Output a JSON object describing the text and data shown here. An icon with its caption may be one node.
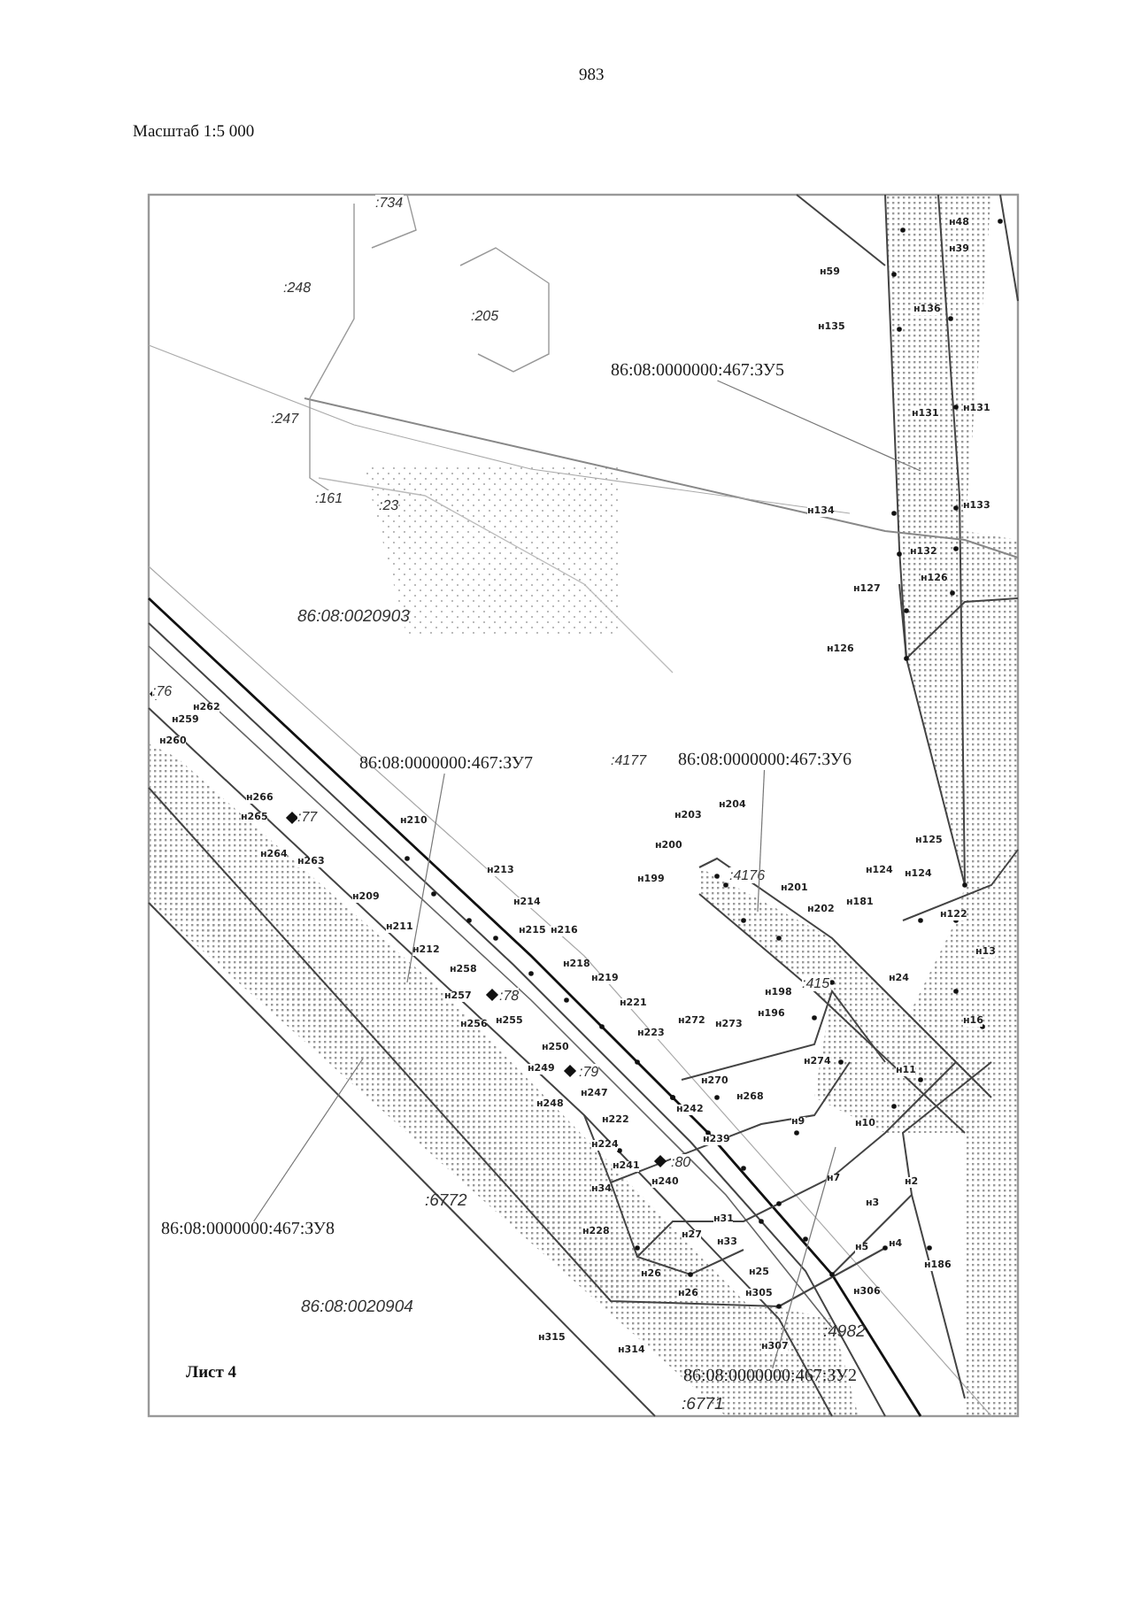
{
  "diagram": {
    "nodes": [
      {
        "text": [
          "86:08:0000000:467:ЗУ5"
        ]
      },
      {
        "text": [
          "86:08:0000000:467:ЗУ7"
        ]
      },
      {
        "text": [
          "86:08:0000000:467:ЗУ6"
        ]
      },
      {
        "text": [
          "86:08:0000000:467:ЗУ8"
        ]
      },
      {
        "text": [
          "86:08:0000000:467:ЗУ2"
        ]
      }
    ],
    "edges": [
      {
        "from": 0,
        "to": null,
        "arrow": "none"
      },
      {
        "from": 1,
        "to": null,
        "arrow": "none"
      },
      {
        "from": 2,
        "to": null,
        "arrow": "none"
      },
      {
        "from": 3,
        "to": null,
        "arrow": "none"
      },
      {
        "from": 4,
        "to": null,
        "arrow": "none"
      }
    ],
    "labels": [
      "983",
      "Масштаб 1:5 000",
      ":734",
      "н48",
      "н39",
      "н59",
      ":248",
      ":205",
      "н136",
      "н135",
      "н131",
      "н131",
      ":247",
      ":161",
      ":23",
      "н134",
      "н133",
      "н132",
      "н126",
      "н127",
      "86:08:0020903",
      "н126",
      ":76",
      "н262",
      "н259",
      "н260",
      ":4177",
      "н266",
      "н265",
      ":77",
      "н210",
      "н204",
      "н203",
      "н264",
      "н263",
      "н200",
      "н213",
      "н124",
      "н124",
      "н125",
      "н199",
      ":4176",
      "н201",
      "н209",
      "н181",
      "н202",
      "н214",
      "н122",
      "н211",
      "н215",
      "н216",
      "н212",
      "н13",
      "н218",
      "н258",
      "н219",
      "н24",
      ":415",
      "н198",
      "н257",
      ":78",
      "н221",
      "н196",
      "н16",
      "н256",
      "н255",
      "н272",
      "н273",
      "н223",
      "н250",
      "н274",
      "н249",
      ":79",
      "н11",
      "н270",
      "н247",
      "н268",
      "н248",
      "н242",
      "н9",
      "н10",
      "н222",
      "н239",
      "н224",
      "н241",
      ":80",
      "н240",
      "н7",
      "н2",
      "н34",
      ":6772",
      "н3",
      "н31",
      "н228",
      "н27",
      "н33",
      "н5",
      "н4",
      "н186",
      "н26",
      "н25",
      "н26",
      "н305",
      "н306",
      "86:08:0020904",
      ":4982",
      "н315",
      "н314",
      "н307",
      "Лист 4",
      ":6771"
    ]
  }
}
